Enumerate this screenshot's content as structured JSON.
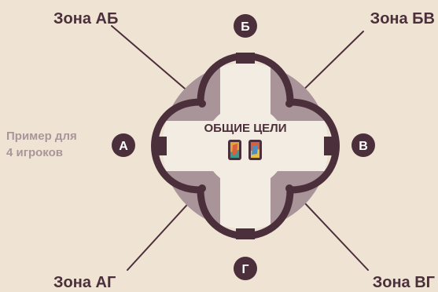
{
  "zones": {
    "ab": "Зона АБ",
    "bv": "Зона БВ",
    "ag": "Зона АГ",
    "vg": "Зона ВГ"
  },
  "players": {
    "top": "Б",
    "left": "А",
    "right": "В",
    "bottom": "Г"
  },
  "center": {
    "title": "ОБЩИЕ ЦЕЛИ"
  },
  "example_note": {
    "line1": "Пример для",
    "line2": "4 игроков"
  },
  "colors": {
    "background": "#efe3d3",
    "dark": "#4b2f3b",
    "table_ring": "#a89499",
    "table_center": "#f3ece2",
    "note_text": "#a9969a",
    "badge_text": "#ffffff"
  }
}
